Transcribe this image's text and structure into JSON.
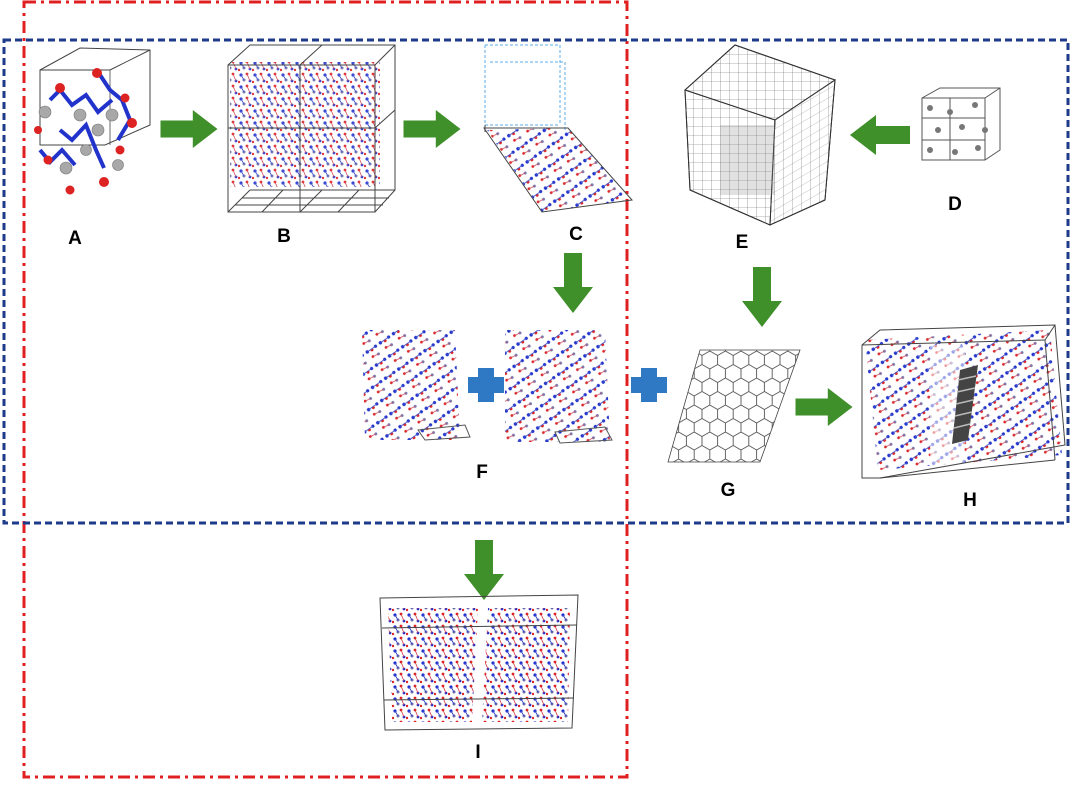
{
  "labels": {
    "A": "A",
    "B": "B",
    "C": "C",
    "D": "D",
    "E": "E",
    "F": "F",
    "G": "G",
    "H": "H",
    "I": "I"
  },
  "colors": {
    "red_region_border": "#e02020",
    "blue_region_border": "#1e3a8a",
    "process_arrow": "#3f8f2a",
    "plus_sign": "#2f78c4",
    "molecule_blue": "#2233cc",
    "molecule_red": "#dd2222",
    "molecule_grey": "#9a9a9a",
    "lattice_line": "#555555"
  },
  "icons": {
    "process_arrow": "green-block-arrow-icon",
    "combine": "blue-plus-icon"
  }
}
